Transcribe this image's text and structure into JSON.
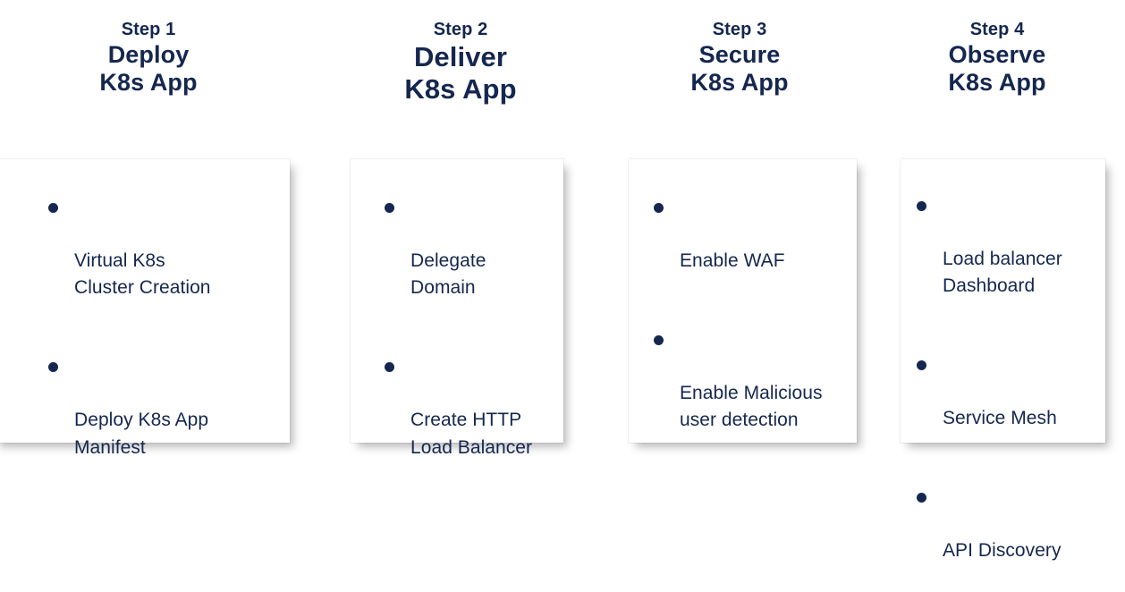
{
  "theme": {
    "navy": "#15274f",
    "card_background": "#ffffff",
    "page_background": "#ffffff",
    "bullet_color": "#15274f"
  },
  "columns": [
    {
      "step_label": "Step 1",
      "action": "Deploy",
      "object": "K8s App",
      "bullets": [
        "Virtual K8s\nCluster Creation",
        "Deploy K8s App\nManifest"
      ]
    },
    {
      "step_label": "Step 2",
      "action": "Deliver",
      "object": "K8s App",
      "bullets": [
        "Delegate\nDomain",
        "Create HTTP\nLoad Balancer"
      ]
    },
    {
      "step_label": "Step 3",
      "action": "Secure",
      "object": "K8s App",
      "bullets": [
        "Enable WAF",
        "Enable Malicious\nuser detection"
      ]
    },
    {
      "step_label": "Step 4",
      "action": "Observe",
      "object": "K8s App",
      "bullets": [
        "Load balancer\nDashboard",
        "Service Mesh",
        "API Discovery"
      ]
    }
  ]
}
